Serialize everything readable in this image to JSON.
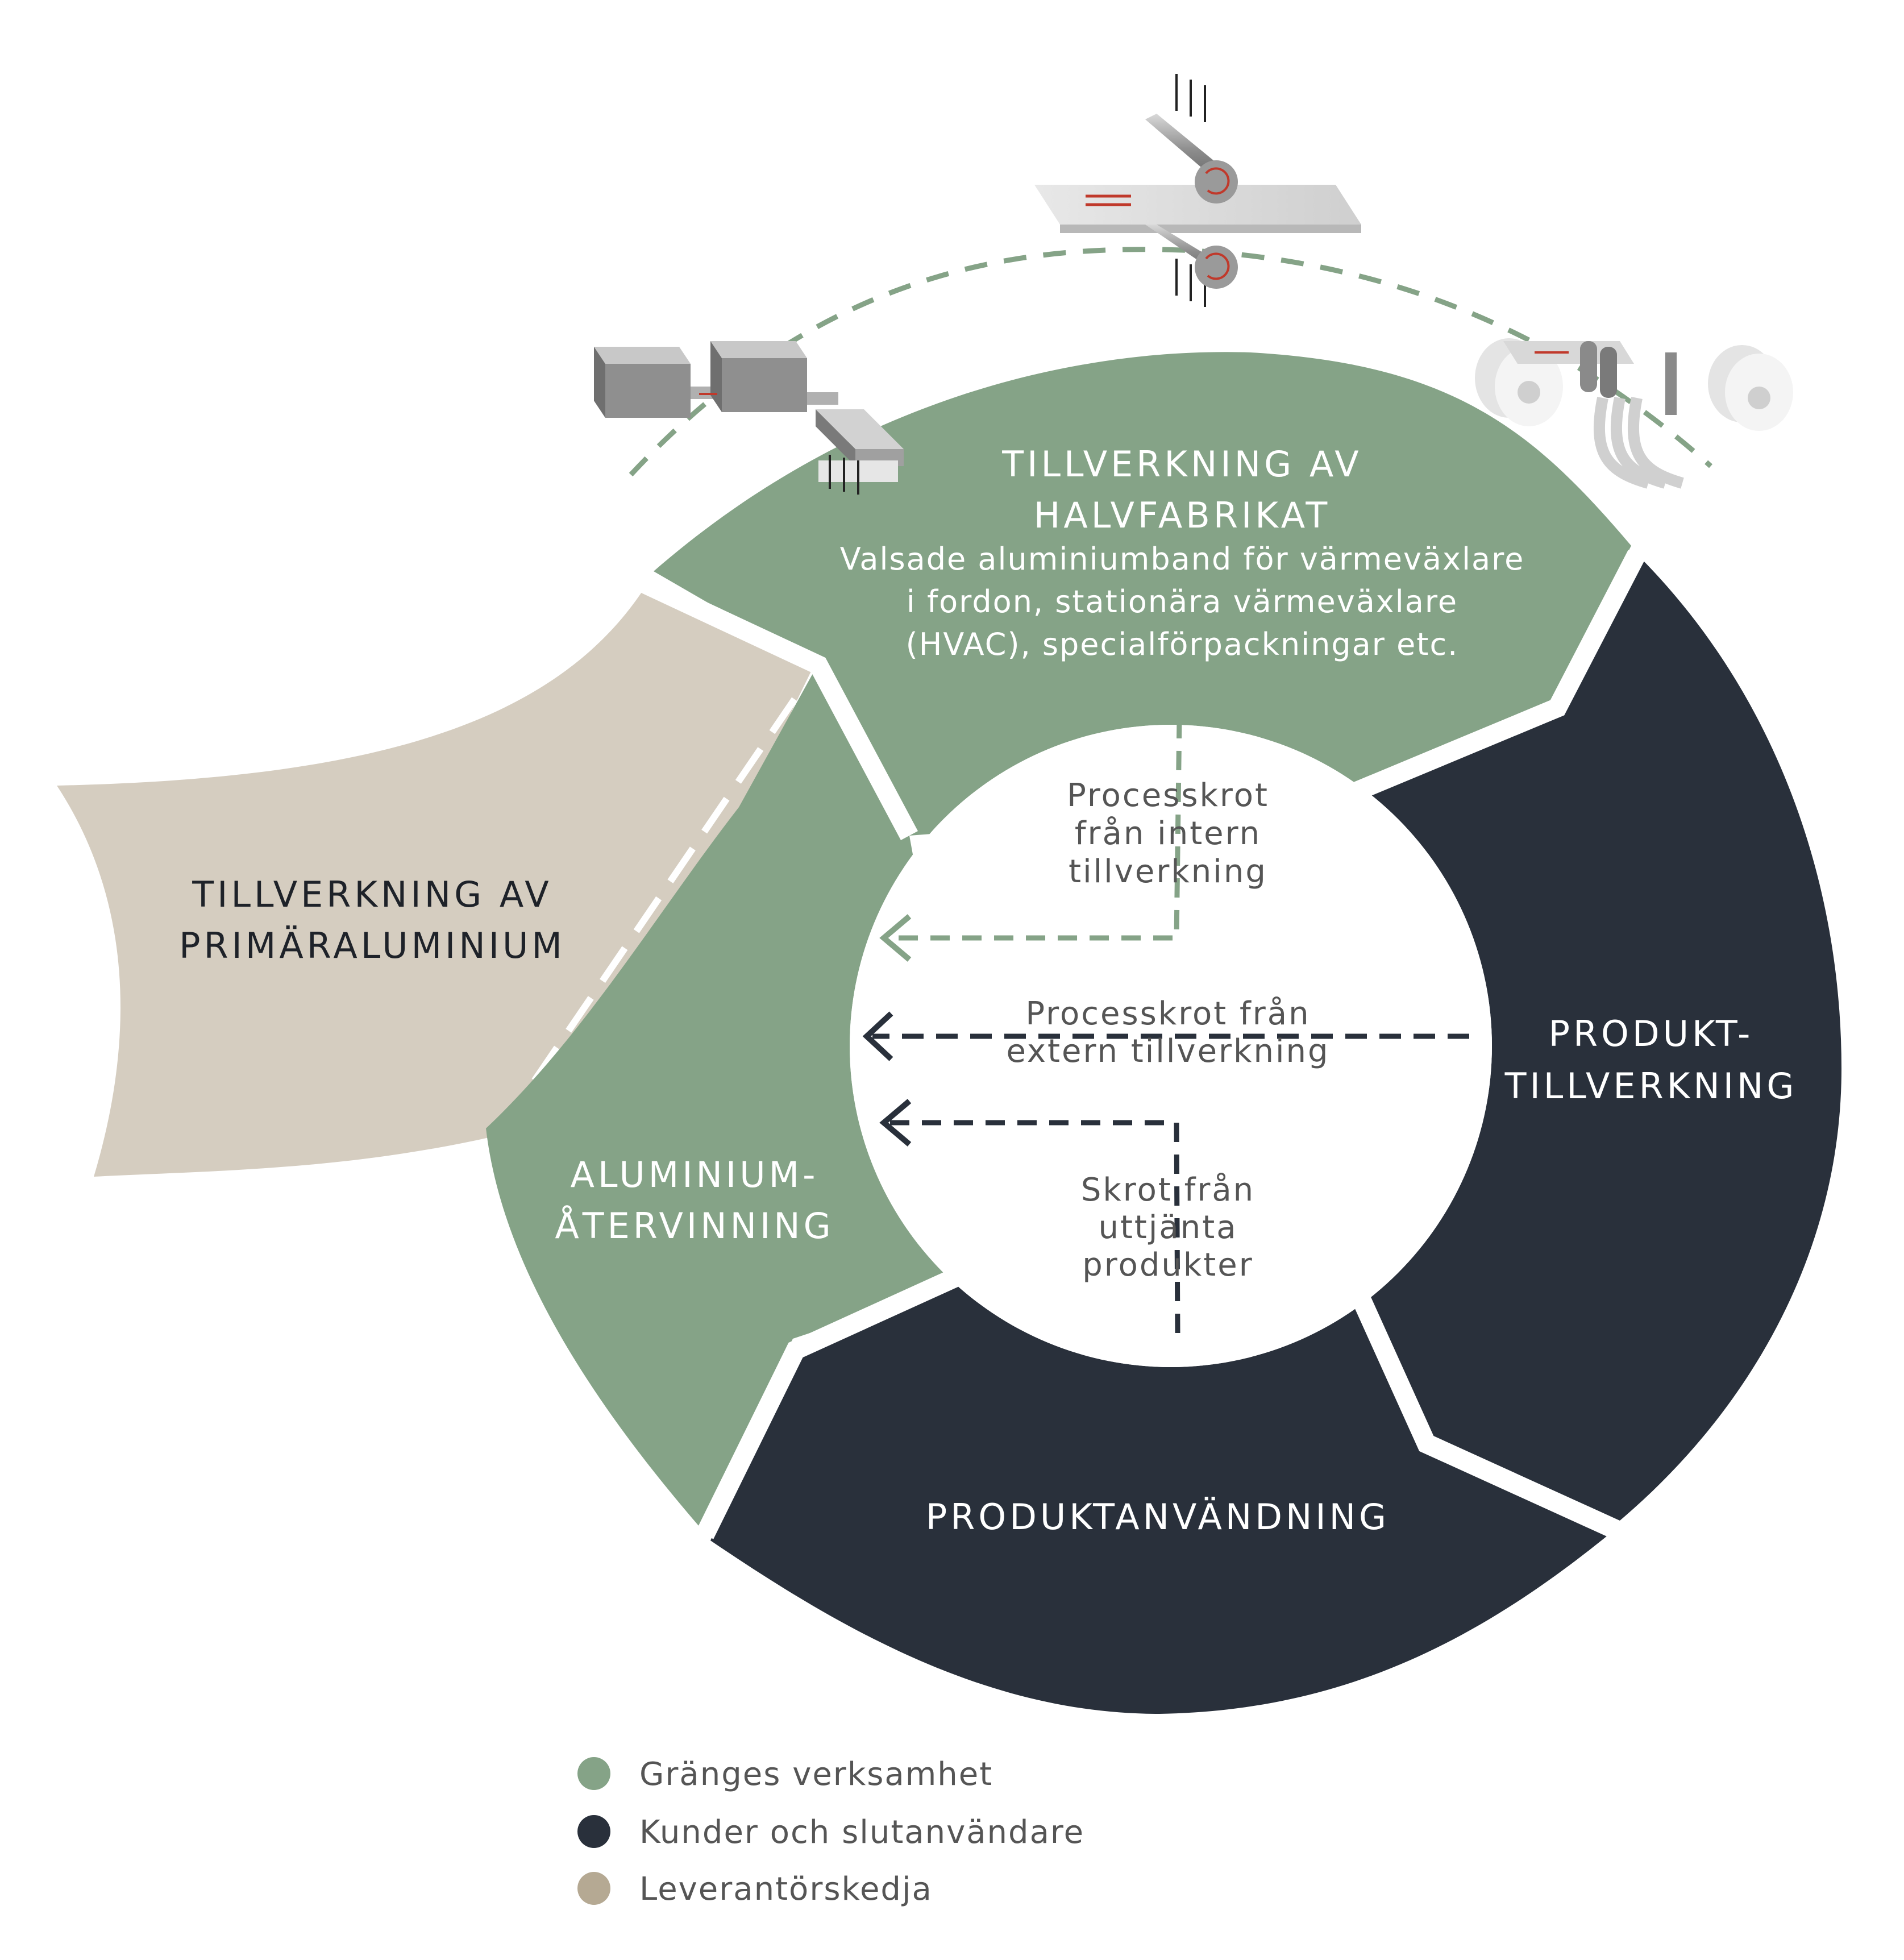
{
  "colors": {
    "granges": "#85a387",
    "customers": "#29303b",
    "suppliers": "#d5cdc0",
    "legend_granges": "#85a387",
    "legend_customers": "#29303b",
    "legend_suppliers": "#b5a993",
    "process_arrow_green": "#85a387",
    "process_arrow_dark": "#29303b"
  },
  "segments": {
    "halvfabrikat": {
      "title_line1": "TILLVERKNING AV",
      "title_line2": "HALVFABRIKAT",
      "desc_line1": "Valsade aluminiumband för värmeväxlare",
      "desc_line2": "i fordon, stationära värmeväxlare",
      "desc_line3": "(HVAC), specialförpackningar etc."
    },
    "produkttillverkning": {
      "title_line1": "PRODUKT-",
      "title_line2": "TILLVERKNING"
    },
    "produktanvandning": {
      "title": "PRODUKTANVÄNDNING"
    },
    "atervinning": {
      "title_line1": "ALUMINIUM-",
      "title_line2": "ÅTERVINNING"
    },
    "primaraluminium": {
      "title_line1": "TILLVERKNING AV",
      "title_line2": "PRIMÄRALUMINIUM"
    }
  },
  "flows": {
    "intern": {
      "line1": "Processkrot",
      "line2": "från intern",
      "line3": "tillverkning"
    },
    "extern": {
      "line1": "Processkrot från",
      "line2": "extern tillverkning"
    },
    "uttjanta": {
      "line1": "Skrot från",
      "line2": "uttjänta",
      "line3": "produkter"
    }
  },
  "legend": [
    {
      "label": "Gränges verksamhet",
      "color": "#85a387"
    },
    {
      "label": "Kunder och slutanvändare",
      "color": "#29303b"
    },
    {
      "label": "Leverantörskedja",
      "color": "#b5a993"
    }
  ],
  "icons": [
    "casting-machine-icon",
    "rolling-mill-icon",
    "coil-slitting-icon"
  ]
}
